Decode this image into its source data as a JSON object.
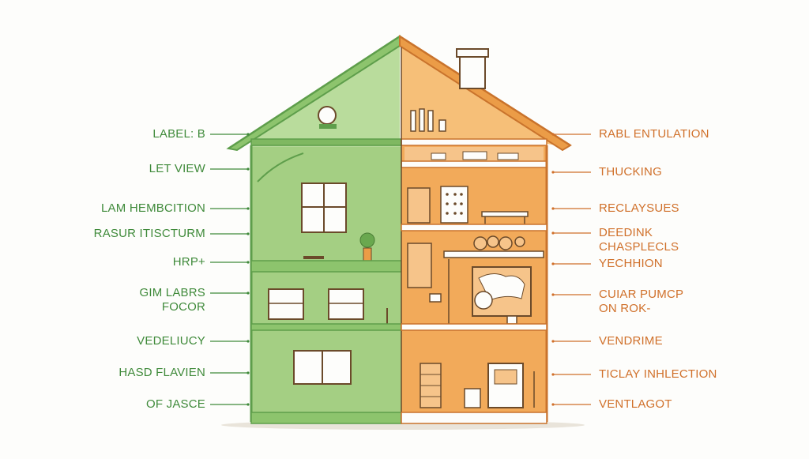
{
  "colors": {
    "green_wall": "#a4cf83",
    "green_dark": "#5e9e4b",
    "green_roof": "#8dc46d",
    "orange_wall": "#f2aa5a",
    "orange_dark": "#c9732c",
    "orange_roof": "#eb9c47",
    "outline": "#6b4a2a",
    "left_text": "#3f8a3a",
    "right_text": "#d0702a"
  },
  "left_labels": [
    {
      "lines": [
        "LABEL: B"
      ]
    },
    {
      "lines": [
        "LET VIEW"
      ]
    },
    {
      "lines": [
        "LAM HEMBCITION"
      ]
    },
    {
      "lines": [
        "RASUR ITISCTURM"
      ]
    },
    {
      "lines": [
        "HRP+"
      ]
    },
    {
      "lines": [
        "GIM LABRS",
        "FOCOR"
      ]
    },
    {
      "lines": [
        "VEDELIUCY"
      ]
    },
    {
      "lines": [
        "HASD FLAVIEN"
      ]
    },
    {
      "lines": [
        "OF JASCE"
      ]
    }
  ],
  "right_labels": [
    {
      "lines": [
        "RABL ENTULATION"
      ]
    },
    {
      "lines": [
        "THUCKING"
      ]
    },
    {
      "lines": [
        "RECLAYSUES"
      ]
    },
    {
      "lines": [
        "DEEDINK",
        "CHASPLECLS"
      ]
    },
    {
      "lines": [
        "YECHHION"
      ]
    },
    {
      "lines": [
        "CUIAR PUMCP",
        "ON ROK-"
      ]
    },
    {
      "lines": [
        "VENDRIME"
      ]
    },
    {
      "lines": [
        "TICLAY INHLECTION"
      ]
    },
    {
      "lines": [
        "VENTLAGOT"
      ]
    }
  ]
}
